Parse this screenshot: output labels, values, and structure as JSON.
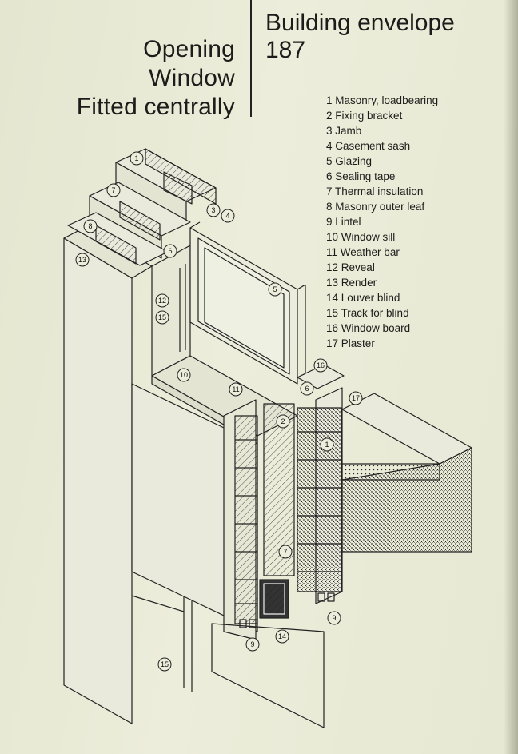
{
  "header": {
    "title_lines": [
      "Opening",
      "Window",
      "Fitted centrally"
    ],
    "section_lines": [
      "Building envelope",
      "187"
    ]
  },
  "legend": [
    {
      "num": "1",
      "label": "Masonry, loadbearing"
    },
    {
      "num": "2",
      "label": "Fixing bracket"
    },
    {
      "num": "3",
      "label": "Jamb"
    },
    {
      "num": "4",
      "label": "Casement sash"
    },
    {
      "num": "5",
      "label": "Glazing"
    },
    {
      "num": "6",
      "label": "Sealing tape"
    },
    {
      "num": "7",
      "label": "Thermal insulation"
    },
    {
      "num": "8",
      "label": "Masonry outer leaf"
    },
    {
      "num": "9",
      "label": "Lintel"
    },
    {
      "num": "10",
      "label": "Window sill"
    },
    {
      "num": "11",
      "label": "Weather bar"
    },
    {
      "num": "12",
      "label": "Reveal"
    },
    {
      "num": "13",
      "label": "Render"
    },
    {
      "num": "14",
      "label": "Louver blind"
    },
    {
      "num": "15",
      "label": "Track for blind"
    },
    {
      "num": "16",
      "label": "Window board"
    },
    {
      "num": "17",
      "label": "Plaster"
    }
  ],
  "callouts": [
    "1",
    "7",
    "3",
    "4",
    "8",
    "13",
    "6",
    "5",
    "12",
    "15",
    "10",
    "11",
    "16",
    "6",
    "17",
    "2",
    "1",
    "7",
    "9",
    "14",
    "9",
    "15"
  ],
  "colors": {
    "ink": "#1c1c1a",
    "paper": "#e7e8d4"
  }
}
